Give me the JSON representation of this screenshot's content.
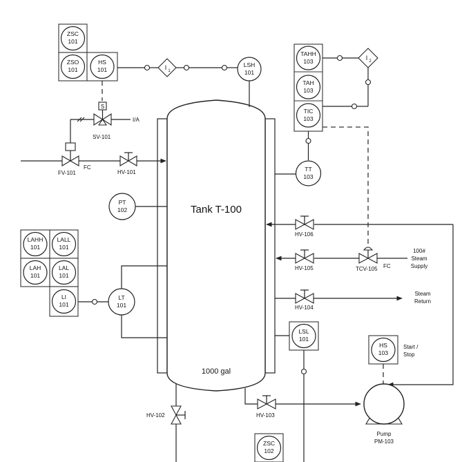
{
  "tank": {
    "title": "Tank T-100",
    "volume": "1000 gal"
  },
  "instruments": {
    "zsc101": [
      "ZSC",
      "101"
    ],
    "zso101": [
      "ZSO",
      "101"
    ],
    "hs101": [
      "HS",
      "101"
    ],
    "i1": "I",
    "i1_sub": "1",
    "lsh101": [
      "LSH",
      "101"
    ],
    "tahh103": [
      "TAHH",
      "103"
    ],
    "tah103": [
      "TAH",
      "103"
    ],
    "tic103": [
      "TIC",
      "103"
    ],
    "i2": "I",
    "i2_sub": "2",
    "tt103": [
      "TT",
      "103"
    ],
    "pt102": [
      "PT",
      "102"
    ],
    "lahh101": [
      "LAHH",
      "101"
    ],
    "lall101": [
      "LALL",
      "101"
    ],
    "lah101": [
      "LAH",
      "101"
    ],
    "lal101": [
      "LAL",
      "101"
    ],
    "li101": [
      "LI",
      "101"
    ],
    "lt101": [
      "LT",
      "101"
    ],
    "lsl101": [
      "LSL",
      "101"
    ],
    "hs103": [
      "HS",
      "103"
    ],
    "zsc102": [
      "ZSC",
      "102"
    ]
  },
  "labels": {
    "solenoid": "S",
    "ia": "I/A",
    "sv101": "SV-101",
    "fv101": "FV-101",
    "fc1": "FC",
    "hv101": "HV-101",
    "hv106": "HV-106",
    "hv105": "HV-105",
    "hv104": "HV-104",
    "hv103": "HV-103",
    "hv102": "HV-102",
    "tcv105": "TCV-105",
    "fc2": "FC",
    "steam_supply": [
      "100#",
      "Steam",
      "Supply"
    ],
    "steam_return": [
      "Steam",
      "Return"
    ],
    "start_stop": [
      "Start /",
      "Stop"
    ],
    "pump": [
      "Pump",
      "PM-103"
    ]
  }
}
